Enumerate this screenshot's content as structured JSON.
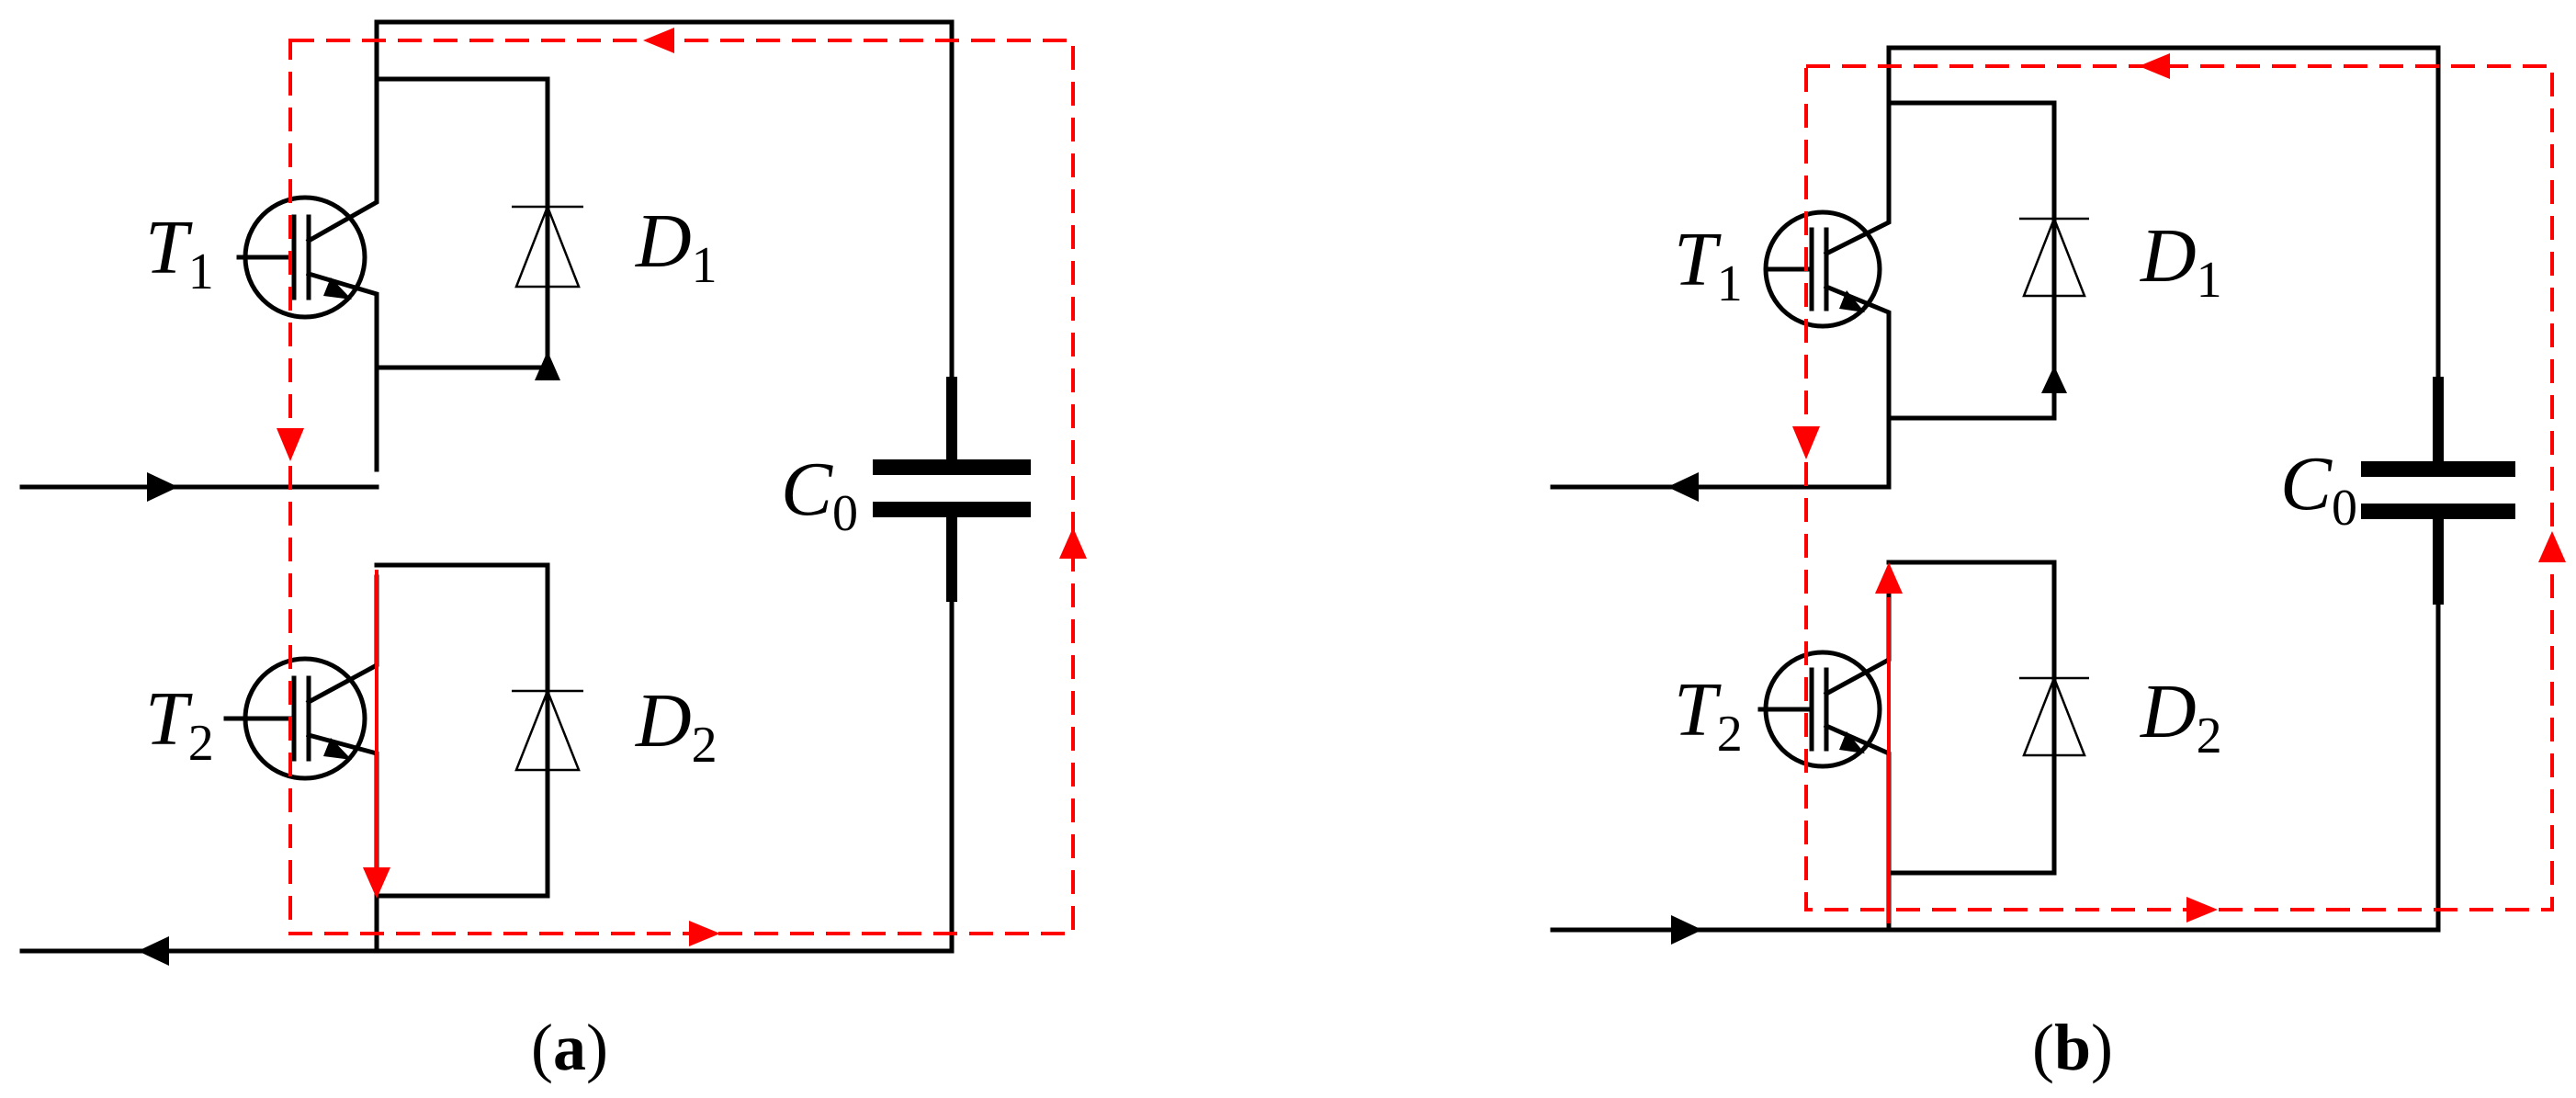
{
  "colors": {
    "current_loop": "#ff0000",
    "wire": "#000000"
  },
  "panels": [
    {
      "caption_open": "(",
      "caption_letter": "a",
      "caption_close": ")",
      "t1": {
        "main": "T",
        "sub": "1"
      },
      "t2": {
        "main": "T",
        "sub": "2"
      },
      "d1": {
        "main": "D",
        "sub": "1"
      },
      "d2": {
        "main": "D",
        "sub": "2"
      },
      "c0": {
        "main": "C",
        "sub": "0"
      }
    },
    {
      "caption_open": "(",
      "caption_letter": "b",
      "caption_close": ")",
      "t1": {
        "main": "T",
        "sub": "1"
      },
      "t2": {
        "main": "T",
        "sub": "2"
      },
      "d1": {
        "main": "D",
        "sub": "1"
      },
      "d2": {
        "main": "D",
        "sub": "2"
      },
      "c0": {
        "main": "C",
        "sub": "0"
      }
    }
  ]
}
